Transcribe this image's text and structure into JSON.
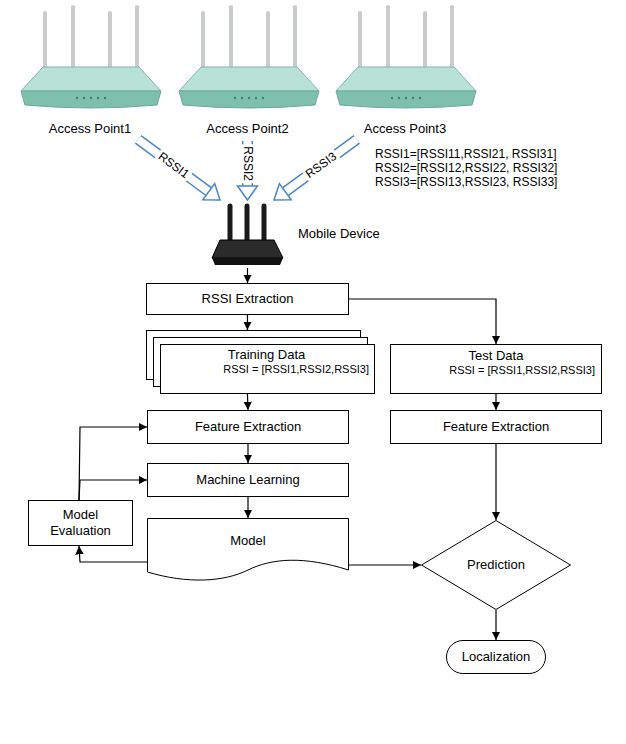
{
  "diagram": {
    "nodes": [
      {
        "text": [
          "Access Point1"
        ]
      },
      {
        "text": [
          "Access Point2"
        ]
      },
      {
        "text": [
          "Access Point3"
        ]
      },
      {
        "text": [
          "Mobile Device"
        ]
      },
      {
        "text": [
          "RSSI Extraction"
        ]
      },
      {
        "text": [
          "Training Data",
          "RSSI = [RSSI1,RSSI2,RSSI3]"
        ]
      },
      {
        "text": [
          "Test Data",
          "RSSI = [RSSI1,RSSI2,RSSI3]"
        ]
      },
      {
        "text": [
          "Feature Extraction"
        ]
      },
      {
        "text": [
          "Feature Extraction"
        ]
      },
      {
        "text": [
          "Machine Learning"
        ]
      },
      {
        "text": [
          "Model Evaluation"
        ]
      },
      {
        "text": [
          "Model"
        ]
      },
      {
        "text": [
          "Prediction"
        ]
      },
      {
        "text": [
          "Localization"
        ]
      }
    ],
    "edges": [
      {
        "from": 0,
        "to": 3,
        "label": "RSSI1",
        "arrow": "to"
      },
      {
        "from": 1,
        "to": 3,
        "label": "RSSI2",
        "arrow": "to"
      },
      {
        "from": 2,
        "to": 3,
        "label": "RSSI3",
        "arrow": "to"
      },
      {
        "from": 3,
        "to": 4,
        "arrow": "to"
      },
      {
        "from": 4,
        "to": 5,
        "arrow": "to"
      },
      {
        "from": 4,
        "to": 6,
        "arrow": "to"
      },
      {
        "from": 5,
        "to": 7,
        "arrow": "to"
      },
      {
        "from": 6,
        "to": 8,
        "arrow": "to"
      },
      {
        "from": 7,
        "to": 9,
        "arrow": "to"
      },
      {
        "from": 9,
        "to": 11,
        "arrow": "to"
      },
      {
        "from": 11,
        "to": 10,
        "arrow": "to"
      },
      {
        "from": 10,
        "to": 7,
        "arrow": "to"
      },
      {
        "from": 10,
        "to": 9,
        "arrow": "to"
      },
      {
        "from": 8,
        "to": 12,
        "arrow": "to"
      },
      {
        "from": 11,
        "to": 12,
        "arrow": "to"
      },
      {
        "from": 12,
        "to": 13,
        "arrow": "to"
      }
    ],
    "labels": [
      "RSSI1=[RSSI11,RSSI21, RSSI31]",
      "RSSI2=[RSSI12,RSSI22, RSSI32]",
      "RSSI3=[RSSI13,RSSI23, RSSI33]"
    ]
  }
}
